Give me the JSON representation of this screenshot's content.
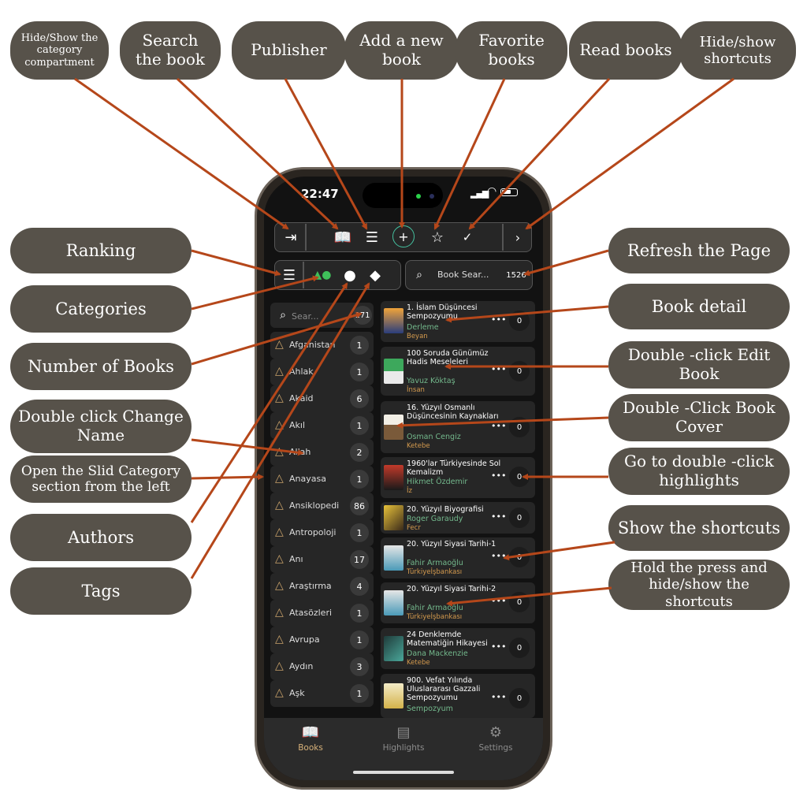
{
  "callouts": {
    "hide_show_category": "Hide/Show the category compartment",
    "search_book": "Search the book",
    "publisher": "Publisher",
    "add_book": "Add a new book",
    "favorite_books": "Favorite books",
    "read_books": "Read books",
    "hide_show_shortcuts": "Hide/show shortcuts",
    "ranking": "Ranking",
    "categories": "Categories",
    "number_of_books": "Number of Books",
    "double_click_change_name": "Double click Change Name",
    "open_slide_category": "Open the Slid Category section from the left",
    "authors": "Authors",
    "tags": "Tags",
    "refresh_page": "Refresh the Page",
    "book_detail": "Book detail",
    "double_click_edit": "Double -click Edit Book",
    "double_click_cover": "Double -Click Book Cover",
    "go_highlights": "Go to double -click highlights",
    "show_shortcuts": "Show the shortcuts",
    "hold_press": "Hold the press and hide/show the shortcuts"
  },
  "status_bar": {
    "time": "22:47"
  },
  "search_bar": {
    "book_search_placeholder": "Book Sear...",
    "total_books": "1526",
    "category_search_placeholder": "Sear...",
    "category_count": "171"
  },
  "categories": [
    {
      "name": "Afganistan",
      "count": "1"
    },
    {
      "name": "Ahlak",
      "count": "1"
    },
    {
      "name": "Akaid",
      "count": "6"
    },
    {
      "name": "Akıl",
      "count": "1"
    },
    {
      "name": "Allah",
      "count": "2"
    },
    {
      "name": "Anayasa",
      "count": "1"
    },
    {
      "name": "Ansiklopedi",
      "count": "86"
    },
    {
      "name": "Antropoloji",
      "count": "1"
    },
    {
      "name": "Anı",
      "count": "17"
    },
    {
      "name": "Araştırma",
      "count": "4"
    },
    {
      "name": "Atasözleri",
      "count": "1"
    },
    {
      "name": "Avrupa",
      "count": "1"
    },
    {
      "name": "Aydın",
      "count": "3"
    },
    {
      "name": "Aşk",
      "count": "1"
    }
  ],
  "books": [
    {
      "title": "1. İslam Düşüncesi Sempozyumu",
      "author": "Derleme",
      "publisher": "Beyan",
      "highlights": "0"
    },
    {
      "title": "100 Soruda Günümüz Hadis Meseleleri",
      "author": "Yavuz Köktaş",
      "publisher": "İnsan",
      "highlights": "0"
    },
    {
      "title": "16. Yüzyıl Osmanlı Düşüncesinin Kaynakları",
      "author": "Osman Cengiz",
      "publisher": "Ketebe",
      "highlights": "0"
    },
    {
      "title": "1960'lar Türkiyesinde Sol Kemalizm",
      "author": "Hikmet Özdemir",
      "publisher": "İz",
      "highlights": "0"
    },
    {
      "title": "20. Yüzyıl Biyografisi",
      "author": "Roger Garaudy",
      "publisher": "Fecr",
      "highlights": "0"
    },
    {
      "title": "20. Yüzyıl Siyasi Tarihi-1",
      "author": "Fahir Armaoğlu",
      "publisher": "Türkiyeİşbankası",
      "highlights": "0"
    },
    {
      "title": "20. Yüzyıl Siyasi Tarihi-2",
      "author": "Fahir Armaoğlu",
      "publisher": "Türkiyeİşbankası",
      "highlights": "0"
    },
    {
      "title": "24 Denklemde Matematiğin Hikayesi",
      "author": "Dana Mackenzie",
      "publisher": "Ketebe",
      "highlights": "0"
    },
    {
      "title": "900. Vefat Yılında Uluslararası Gazzali Sempozyumu",
      "author": "Sempozyum",
      "publisher": "",
      "highlights": "0"
    }
  ],
  "tabs": {
    "books": "Books",
    "highlights": "Highlights",
    "settings": "Settings"
  },
  "colors": {
    "callout": "#57524a",
    "arrow": "#b5471a",
    "accent_green": "#3fbf5a",
    "author_green": "#73b88c",
    "publisher_orange": "#d49a4e"
  }
}
